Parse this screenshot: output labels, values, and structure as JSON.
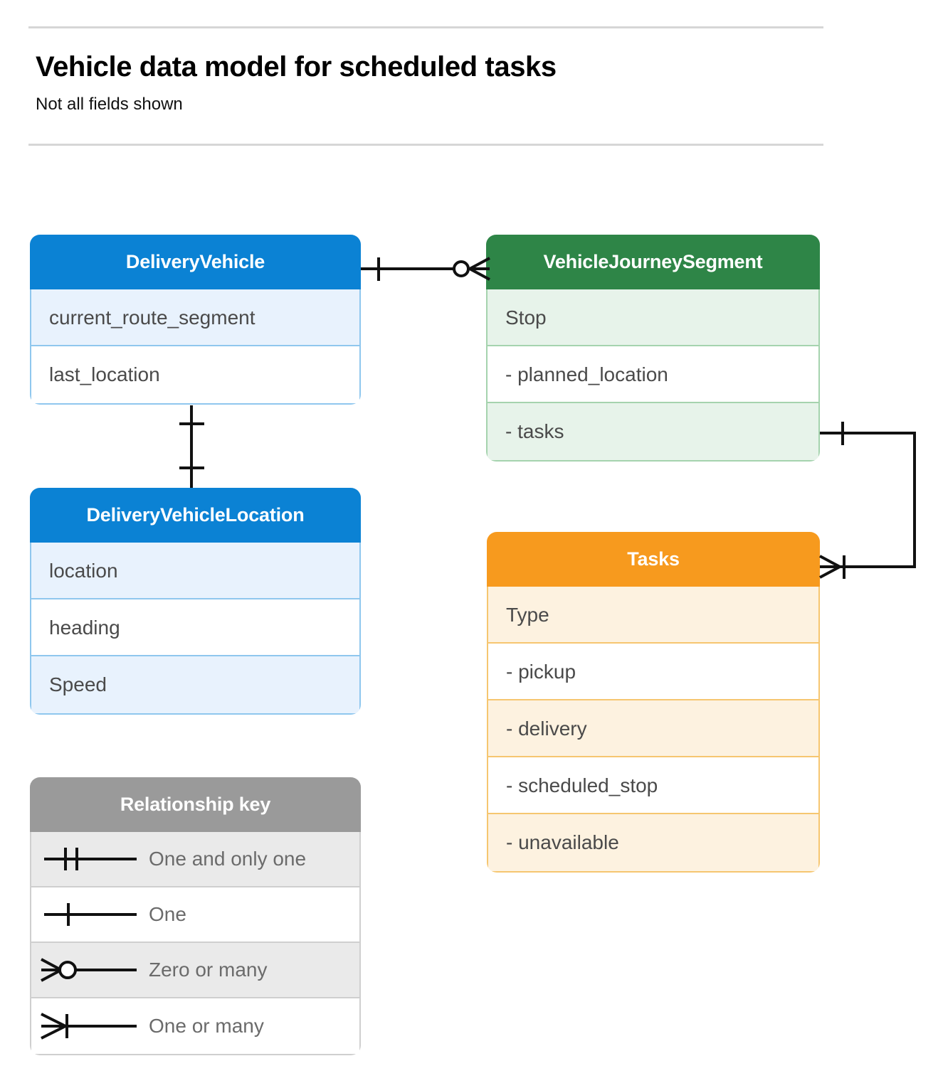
{
  "header": {
    "title": "Vehicle data model for scheduled tasks",
    "subtitle": "Not all fields shown"
  },
  "entities": [
    {
      "id": "delivery-vehicle",
      "name": "DeliveryVehicle",
      "color": "#0b82d4",
      "rows": [
        "current_route_segment",
        "last_location"
      ]
    },
    {
      "id": "vehicle-journey-segment",
      "name": "VehicleJourneySegment",
      "color": "#2e8547",
      "rows": [
        "Stop",
        "-  planned_location",
        "- tasks"
      ]
    },
    {
      "id": "delivery-vehicle-location",
      "name": "DeliveryVehicleLocation",
      "color": "#0b82d4",
      "rows": [
        "location",
        "heading",
        "Speed"
      ]
    },
    {
      "id": "tasks",
      "name": "Tasks",
      "color": "#f79a1e",
      "rows": [
        "Type",
        "-  pickup",
        "-  delivery",
        "-  scheduled_stop",
        "-  unavailable"
      ]
    }
  ],
  "legend": {
    "title": "Relationship key",
    "color": "#9a9a9a",
    "rows": [
      {
        "symbol": "one-and-only-one-icon",
        "label": "One and only one"
      },
      {
        "symbol": "one-icon",
        "label": "One"
      },
      {
        "symbol": "zero-or-many-icon",
        "label": "Zero or many"
      },
      {
        "symbol": "one-or-many-icon",
        "label": "One or many"
      }
    ]
  },
  "relationships": [
    {
      "id": "deliveryvehicle-to-vehiclejourneysegment",
      "from": "DeliveryVehicle",
      "to": "VehicleJourneySegment",
      "from_cardinality": "One",
      "to_cardinality": "Zero or many"
    },
    {
      "id": "deliveryvehicle-to-deliveryvehiclelocation",
      "from": "DeliveryVehicle",
      "to": "DeliveryVehicleLocation",
      "from_cardinality": "One",
      "to_cardinality": "One"
    },
    {
      "id": "vehiclejourneysegment-tasks-to-tasks",
      "from": "VehicleJourneySegment",
      "to": "Tasks",
      "from_cardinality": "One",
      "to_cardinality": "One or many"
    }
  ]
}
